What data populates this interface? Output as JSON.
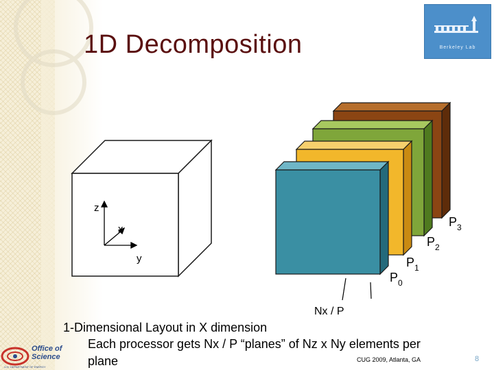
{
  "slide": {
    "title": "1D Decomposition",
    "logo_text": "Berkeley Lab",
    "axes": {
      "z": "z",
      "x": "x",
      "y": "y"
    },
    "processors": [
      {
        "base": "P",
        "sub": "0",
        "color": "#3a8fa3"
      },
      {
        "base": "P",
        "sub": "1",
        "color": "#f2b72b"
      },
      {
        "base": "P",
        "sub": "2",
        "color": "#7fa63a"
      },
      {
        "base": "P",
        "sub": "3",
        "color": "#8b4513"
      }
    ],
    "plane_label": "Nx / P",
    "caption_line1": "1-Dimensional Layout in X dimension",
    "caption_line2": "Each processor gets Nx / P “planes” of Nz x Ny elements per",
    "caption_line3": "plane",
    "footer_event": "CUG 2009, Atlanta, GA",
    "page_number": "8",
    "doe_line1": "Office of",
    "doe_line2": "Science",
    "doe_line3": "U.S. DEPARTMENT OF ENERGY"
  }
}
